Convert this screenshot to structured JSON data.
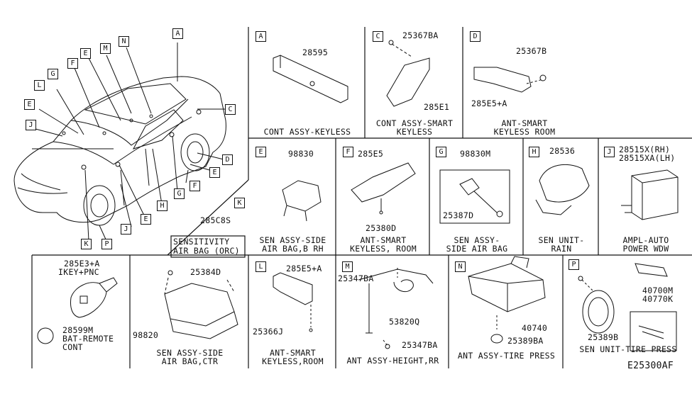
{
  "diagram_code": "E25300AF",
  "car_callouts": [
    "A",
    "E",
    "M",
    "N",
    "F",
    "G",
    "L",
    "E",
    "J",
    "C",
    "D",
    "E",
    "F",
    "G",
    "H",
    "E",
    "J",
    "K",
    "P"
  ],
  "sections": {
    "A": {
      "letter": "A",
      "part": "28595",
      "caption": "CONT ASSY-KEYLESS"
    },
    "C": {
      "letter": "C",
      "parts": [
        "25367BA",
        "285E1"
      ],
      "caption": [
        "CONT ASSY-SMART",
        "KEYLESS"
      ]
    },
    "D": {
      "letter": "D",
      "parts": [
        "25367B",
        "285E5+A"
      ],
      "caption": [
        "ANT-SMART",
        "KEYLESS ROOM"
      ]
    },
    "K": {
      "letter": "K",
      "part": "285C8S",
      "caption": [
        "SENSITIVITY",
        "AIR BAG (ORC)"
      ]
    },
    "E": {
      "letter": "E",
      "part": "98830",
      "caption": [
        "SEN ASSY-SIDE",
        "AIR BAG,B RH"
      ]
    },
    "F": {
      "letter": "F",
      "parts": [
        "285E5",
        "25380D"
      ],
      "caption": [
        "ANT-SMART",
        "KEYLESS, ROOM"
      ]
    },
    "G": {
      "letter": "G",
      "parts": [
        "98830M",
        "25387D"
      ],
      "caption": [
        "SEN ASSY-",
        "SIDE AIR BAG"
      ]
    },
    "H": {
      "letter": "H",
      "part": "28536",
      "caption": [
        "SEN UNIT-",
        "RAIN"
      ]
    },
    "J": {
      "letter": "J",
      "parts": [
        "28515X(RH)",
        "28515XA(LH)"
      ],
      "caption": [
        "AMPL-AUTO",
        "POWER WDW"
      ]
    },
    "fob": {
      "parts": [
        "285E3+A",
        "IKEY+PNC",
        "28599M"
      ],
      "caption": [
        "BAT-REMOTE",
        "CONT"
      ]
    },
    "ctr": {
      "parts": [
        "25384D",
        "98820"
      ],
      "caption": [
        "SEN ASSY-SIDE",
        "AIR BAG,CTR"
      ]
    },
    "L": {
      "letter": "L",
      "parts": [
        "285E5+A",
        "25366J"
      ],
      "caption": [
        "ANT-SMART",
        "KEYLESS,ROOM"
      ]
    },
    "M": {
      "letter": "M",
      "parts": [
        "25347BA",
        "53820Q",
        "25347BA"
      ],
      "caption": "ANT ASSY-HEIGHT,RR"
    },
    "N": {
      "letter": "N",
      "parts": [
        "40740",
        "25389BA"
      ],
      "caption": "ANT ASSY-TIRE PRESS"
    },
    "P": {
      "letter": "P",
      "parts": [
        "40700M",
        "40770K",
        "25389B"
      ],
      "caption": "SEN UNIT-TIRE PRESS"
    }
  }
}
